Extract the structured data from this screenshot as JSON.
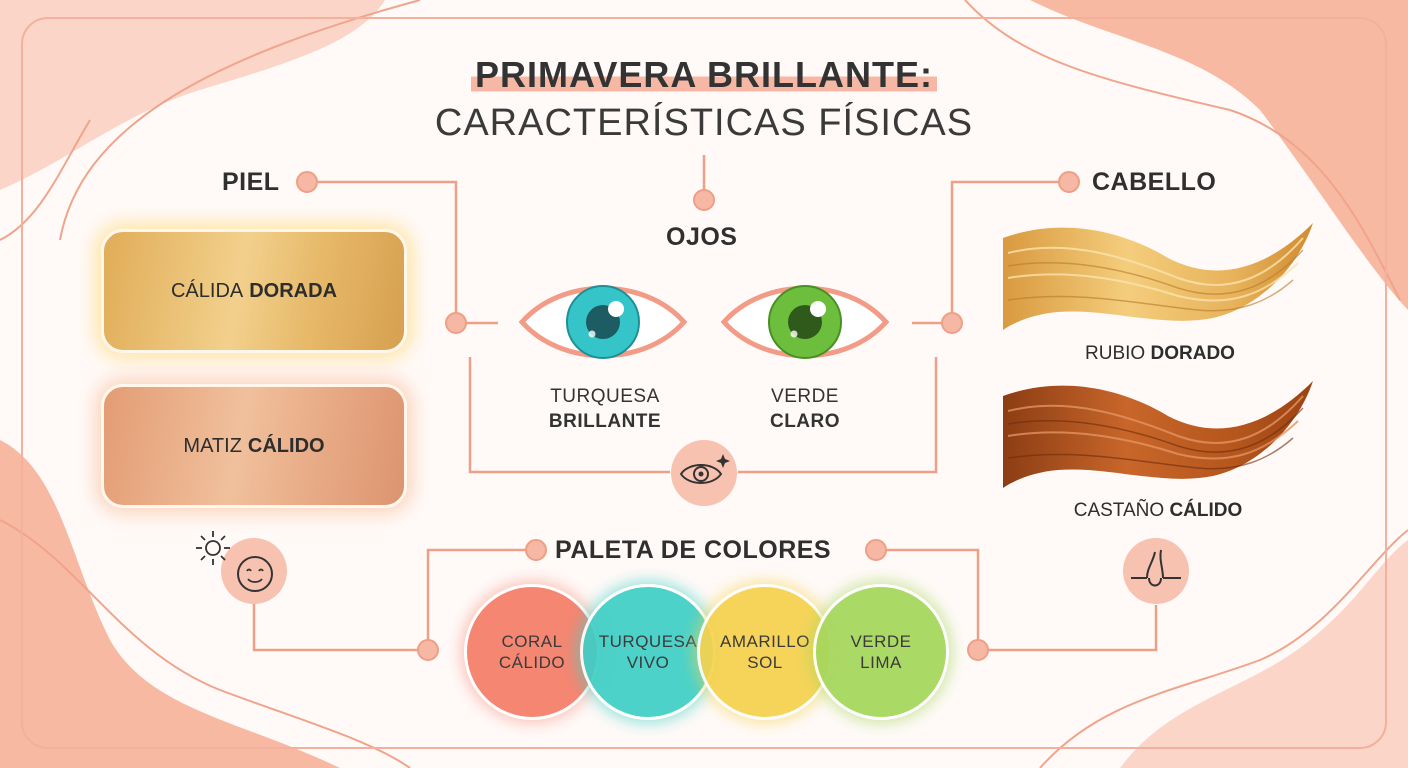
{
  "title": {
    "line1": "PRIMAVERA BRILLANTE:",
    "line2": "CARACTERÍSTICAS FÍSICAS"
  },
  "sections": {
    "piel": "PIEL",
    "ojos": "OJOS",
    "cabello": "CABELLO",
    "paleta": "PALETA DE COLORES"
  },
  "skin": [
    {
      "light": "CÁLIDA",
      "bold": "DORADA",
      "color": "#e6b866"
    },
    {
      "light": "MATIZ",
      "bold": "CÁLIDO",
      "color": "#e8a884"
    }
  ],
  "eyes": [
    {
      "light": "TURQUESA",
      "bold": "BRILLANTE",
      "iris_color": "#35c4c8"
    },
    {
      "light": "VERDE",
      "bold": "CLARO",
      "iris_color": "#6cbe3c"
    }
  ],
  "hair": [
    {
      "light": "RUBIO",
      "bold": "DORADO",
      "color": "#e9b559"
    },
    {
      "light": "CASTAÑO",
      "bold": "CÁLIDO",
      "color": "#b9581f"
    }
  ],
  "palette": [
    {
      "line1": "CORAL",
      "line2": "CÁLIDO",
      "color": "#f47e68"
    },
    {
      "line1": "TURQUESA",
      "line2": "VIVO",
      "color": "#3fcfc6"
    },
    {
      "line1": "AMARILLO",
      "line2": "SOL",
      "color": "#f6d24e"
    },
    {
      "line1": "VERDE",
      "line2": "LIMA",
      "color": "#a5d75c"
    }
  ],
  "icons": {
    "skin": "sun-face-icon",
    "eyes": "sparkle-eye-icon",
    "hair": "hair-follicle-icon"
  },
  "colors": {
    "accent": "#ee9f86",
    "blob": "#f8b9a3",
    "text": "#2f2f2f"
  }
}
